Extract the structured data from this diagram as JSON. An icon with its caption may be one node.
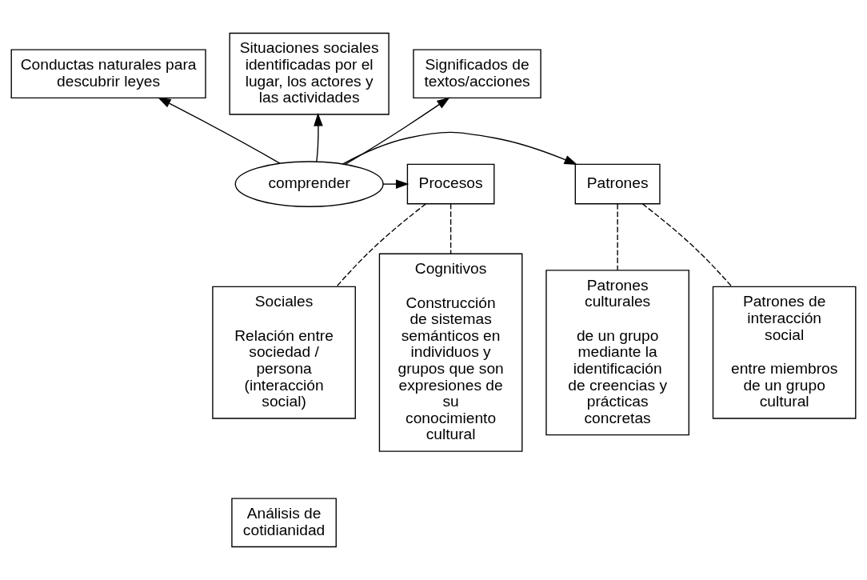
{
  "diagram": {
    "nodes": [
      {
        "text": [
          "Conductas naturales para descubrir leyes"
        ]
      },
      {
        "text": [
          "Situaciones sociales identificadas por el lugar, los actores y las actividades"
        ]
      },
      {
        "text": [
          "Significados de textos/acciones"
        ]
      },
      {
        "text": [
          "comprender"
        ]
      },
      {
        "text": [
          "Patrones"
        ]
      },
      {
        "text": [
          "Procesos"
        ]
      },
      {
        "text": [
          "Patrones culturales",
          "de un grupo mediante la identificación de creencias y prácticas concretas"
        ]
      },
      {
        "text": [
          "Patrones de interacción social",
          "entre miembros de un grupo cultural"
        ]
      },
      {
        "text": [
          "Sociales",
          "Relación entre sociedad / persona (interacción social)"
        ]
      },
      {
        "text": [
          "Cognitivos",
          "Construcción de sistemas semánticos en individuos y grupos que son expresiones de su conocimiento cultural"
        ]
      },
      {
        "text": [
          "Análisis de cotidianidad"
        ]
      }
    ],
    "edges": [
      {
        "from": 3,
        "to": 1,
        "arrow": "to"
      },
      {
        "from": 3,
        "to": 0,
        "arrow": "to"
      },
      {
        "from": 3,
        "to": 2,
        "arrow": "to"
      },
      {
        "from": 3,
        "to": 4,
        "arrow": "to"
      },
      {
        "from": 3,
        "to": 5,
        "arrow": "to"
      },
      {
        "from": 4,
        "to": 6,
        "arrow": "none",
        "style": "dashed"
      },
      {
        "from": 4,
        "to": 7,
        "arrow": "none",
        "style": "dashed"
      },
      {
        "from": 5,
        "to": 8,
        "arrow": "none",
        "style": "dashed"
      },
      {
        "from": 5,
        "to": 9,
        "arrow": "none",
        "style": "dashed"
      }
    ]
  }
}
